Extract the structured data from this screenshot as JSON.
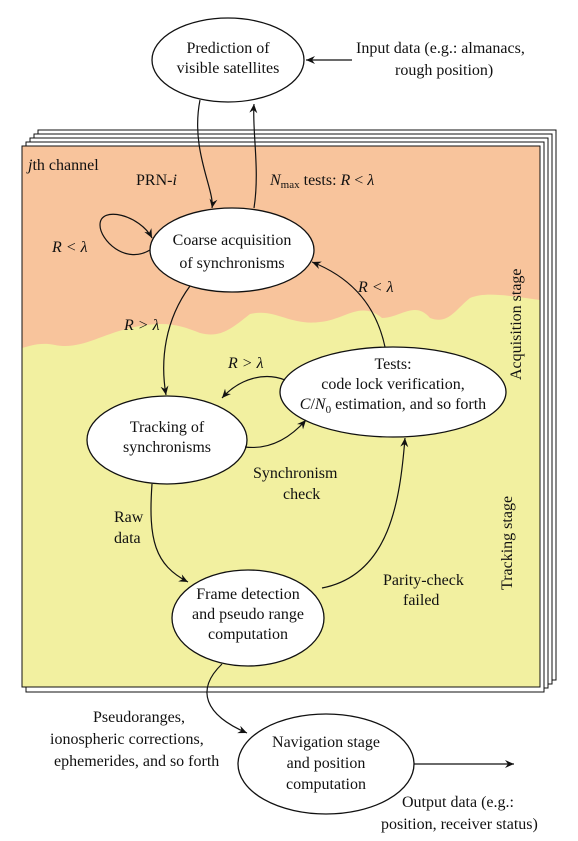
{
  "nodes": {
    "prediction": {
      "line1": "Prediction of",
      "line2": "visible satellites"
    },
    "coarse": {
      "line1": "Coarse acquisition",
      "line2": "of synchronisms"
    },
    "tracking": {
      "line1": "Tracking of",
      "line2": "synchronisms"
    },
    "tests": {
      "line1": "Tests:",
      "line2": "code lock verification,",
      "line3_post": " estimation, and so forth"
    },
    "frame": {
      "line1": "Frame detection",
      "line2": "and pseudo range",
      "line3": "computation"
    },
    "navigation": {
      "line1": "Navigation stage",
      "line2": "and position",
      "line3": "computation"
    }
  },
  "labels": {
    "input_line1": "Input data (e.g.: almanacs,",
    "input_line2": "rough position)",
    "channel_post": "th channel",
    "prn": "PRN-",
    "acquisition_stage": "Acquisition stage",
    "tracking_stage": "Tracking stage",
    "tests_post": " tests: ",
    "r_lt_lambda": "R < λ",
    "r_gt_lambda": "R > λ",
    "sync_check_line1": "Synchronism",
    "sync_check_line2": "check",
    "raw_line1": "Raw",
    "raw_line2": "data",
    "parity_line1": "Parity-check",
    "parity_line2": "failed",
    "pseudo_line1": "Pseudoranges,",
    "pseudo_line2": "ionospheric corrections,",
    "pseudo_line3": "ephemerides, and so forth",
    "output_line1": "Output data (e.g.:",
    "output_line2": "position, receiver status)"
  },
  "colors": {
    "acquisition": "#f8c49c",
    "tracking": "#f2f0a0",
    "node_fill": "#ffffff",
    "stroke": "#111111"
  }
}
